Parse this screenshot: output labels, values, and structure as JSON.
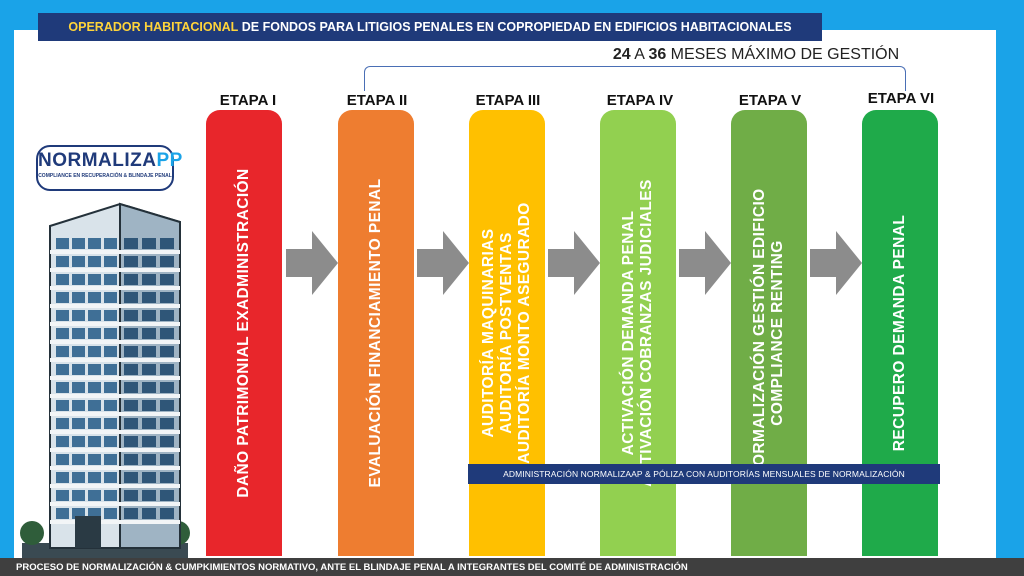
{
  "header": {
    "title_highlight": "OPERADOR HABITACIONAL",
    "title_rest": " DE FONDOS PARA LITIGIOS PENALES EN COPROPIEDAD EN EDIFICIOS HABITACIONALES"
  },
  "duration": {
    "min": "24",
    "connector": " A ",
    "max": "36",
    "label": " MESES MÁXIMO DE GESTIÓN"
  },
  "logo": {
    "main": "NORMALIZA",
    "accent": "PP",
    "tagline": "COMPLIANCE EN RECUPERACIÓN & BLINDAJE PENAL"
  },
  "stages": [
    {
      "label": "ETAPA I",
      "lines": [
        "DAÑO PATRIMONIAL EXADMINISTRACIÓN"
      ],
      "color": "#e8262b"
    },
    {
      "label": "ETAPA II",
      "lines": [
        "EVALUACIÓN FINANCIAMIENTO PENAL"
      ],
      "color": "#ee7d30"
    },
    {
      "label": "ETAPA III",
      "lines": [
        "AUDITORÍA MAQUINARIAS",
        "AUDITORÍA POSTVENTAS",
        "AUDITORÍA MONTO ASEGURADO"
      ],
      "color": "#ffc000"
    },
    {
      "label": "ETAPA IV",
      "lines": [
        "ACTIVACIÓN DEMANDA PENAL",
        "ACTIVACIÓN COBRANZAS JUDICIALES"
      ],
      "color": "#92d050"
    },
    {
      "label": "ETAPA V",
      "lines": [
        "NORMALIZACIÓN GESTIÓN EDIFICIO",
        "COMPLIANCE RENTING"
      ],
      "color": "#70ad47"
    },
    {
      "label": "ETAPA VI",
      "lines": [
        "RECUPERO DEMANDA PENAL"
      ],
      "color": "#1faa4a"
    }
  ],
  "admin_banner": "ADMINISTRACIÓN NORMALIZAAP & PÓLIZA CON AUDITORÍAS MENSUALES DE NORMALIZACIÓN",
  "footer": "PROCESO DE NORMALIZACIÓN & CUMPKIMIENTOS NORMATIVO, ANTE EL BLINDAJE PENAL A INTEGRANTES DEL COMITÉ DE ADMINISTRACIÓN",
  "colors": {
    "frame": "#1aa3e8",
    "navy": "#1f3a7a",
    "title_highlight": "#ffd43a",
    "arrow": "#8c8c8c",
    "footer": "#3f3f3f"
  }
}
